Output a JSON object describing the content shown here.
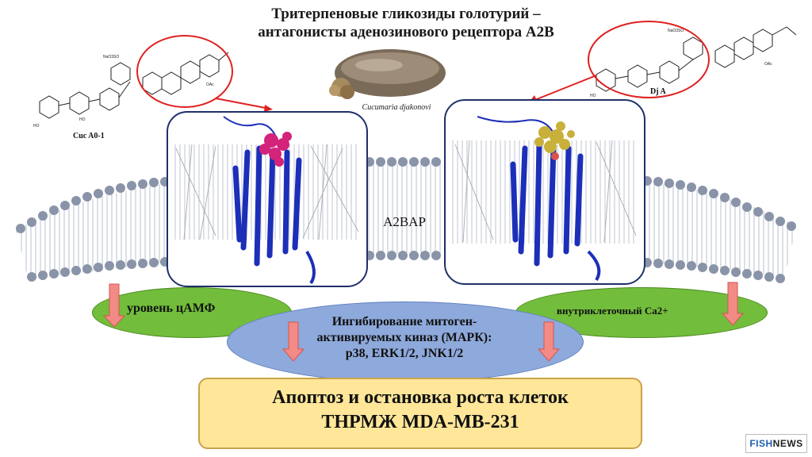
{
  "title": {
    "line1": "Тритерпеновые гликозиды голотурий –",
    "line2": "антагонисты аденозинового рецептора А2В"
  },
  "molecules": {
    "left_label": "Cuc A0-1",
    "right_label": "Dj A"
  },
  "photo_caption": "Cucumaria djakonovi",
  "receptor_label": "A2BAP",
  "effects": {
    "camp": "уровень цАМФ",
    "calcium": "внутриклеточный Ca2+",
    "mapk_line1": "Ингибирование митоген-",
    "mapk_line2": "активируемых киназ (МАРК):",
    "mapk_line3": "p38, ERK1/2, JNK1/2"
  },
  "outcome": {
    "line1": "Апоптоз и остановка роста клеток",
    "line2": "ТНРМЖ MDA-MB-231"
  },
  "logo": {
    "part1": "FISH",
    "part2": "NEWS"
  },
  "colors": {
    "membrane_head": "#8a94a8",
    "protein": "#1c2fb8",
    "ligand_left": "#d4237a",
    "ligand_right": "#c8b03a",
    "ellipse_green": "#72bd3b",
    "ellipse_blue": "#8ea9db",
    "outcome_fill": "#ffe699",
    "arrow": "#f28b86",
    "callout": "#e02020"
  }
}
